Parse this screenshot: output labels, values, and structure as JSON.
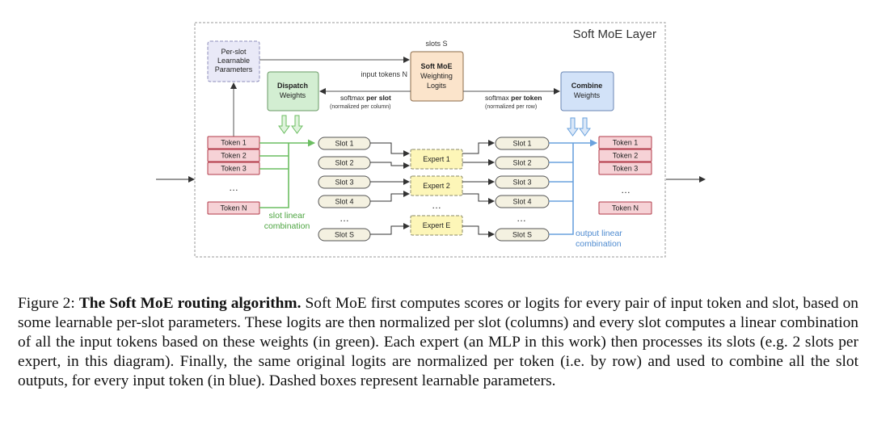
{
  "diagram": {
    "layer_title": "Soft MoE Layer",
    "per_slot_params": [
      "Per-slot",
      "Learnable",
      "Parameters"
    ],
    "slots_label": "slots S",
    "input_tokens_label": "input tokens N",
    "logits_box": [
      "Soft MoE",
      "Weighting",
      "Logits"
    ],
    "dispatch_box": [
      "Dispatch",
      "Weights"
    ],
    "combine_box": [
      "Combine",
      "Weights"
    ],
    "softmax_slot": {
      "prefix": "softmax ",
      "bold": "per slot",
      "note": "(normalized per column)"
    },
    "softmax_token": {
      "prefix": "softmax ",
      "bold": "per token",
      "note": "(normalized per row)"
    },
    "input_tokens": [
      "Token 1",
      "Token 2",
      "Token 3",
      "Token N"
    ],
    "input_slots": [
      "Slot 1",
      "Slot 2",
      "Slot 3",
      "Slot 4",
      "Slot S"
    ],
    "experts": [
      "Expert 1",
      "Expert 2",
      "Expert E"
    ],
    "output_slots": [
      "Slot 1",
      "Slot 2",
      "Slot 3",
      "Slot 4",
      "Slot S"
    ],
    "output_tokens": [
      "Token 1",
      "Token 2",
      "Token 3",
      "Token N"
    ],
    "ellipsis": "…",
    "slot_linear": [
      "slot linear",
      "combination"
    ],
    "output_linear": [
      "output linear",
      "combination"
    ]
  },
  "colors": {
    "token_fill": "#f6d2d6",
    "token_stroke": "#b23a48",
    "slot_fill": "#f4f1e1",
    "slot_stroke": "#555555",
    "expert_fill": "#fdf6b8",
    "expert_stroke": "#8a8a6a",
    "dispatch_fill": "#d3eed2",
    "combine_fill": "#d2e2f8",
    "params_fill": "#e9e9f7",
    "logits_fill": "#fbe4cb",
    "green": "#6cbe62",
    "blue": "#6aa2de"
  },
  "caption": {
    "lead": "Figure 2: ",
    "title": "The Soft MoE routing algorithm.",
    "body": " Soft MoE first computes scores or logits for every pair of input token and slot, based on some learnable per-slot parameters.  These logits are then normalized per slot (columns) and every slot computes a linear combination of all the input tokens based on these weights (in green). Each expert (an MLP in this work) then processes its slots (e.g. 2 slots per expert, in this diagram). Finally, the same original logits are normalized per token (i.e. by row) and used to combine all the slot outputs, for every input token (in blue). Dashed boxes represent learnable parameters."
  }
}
